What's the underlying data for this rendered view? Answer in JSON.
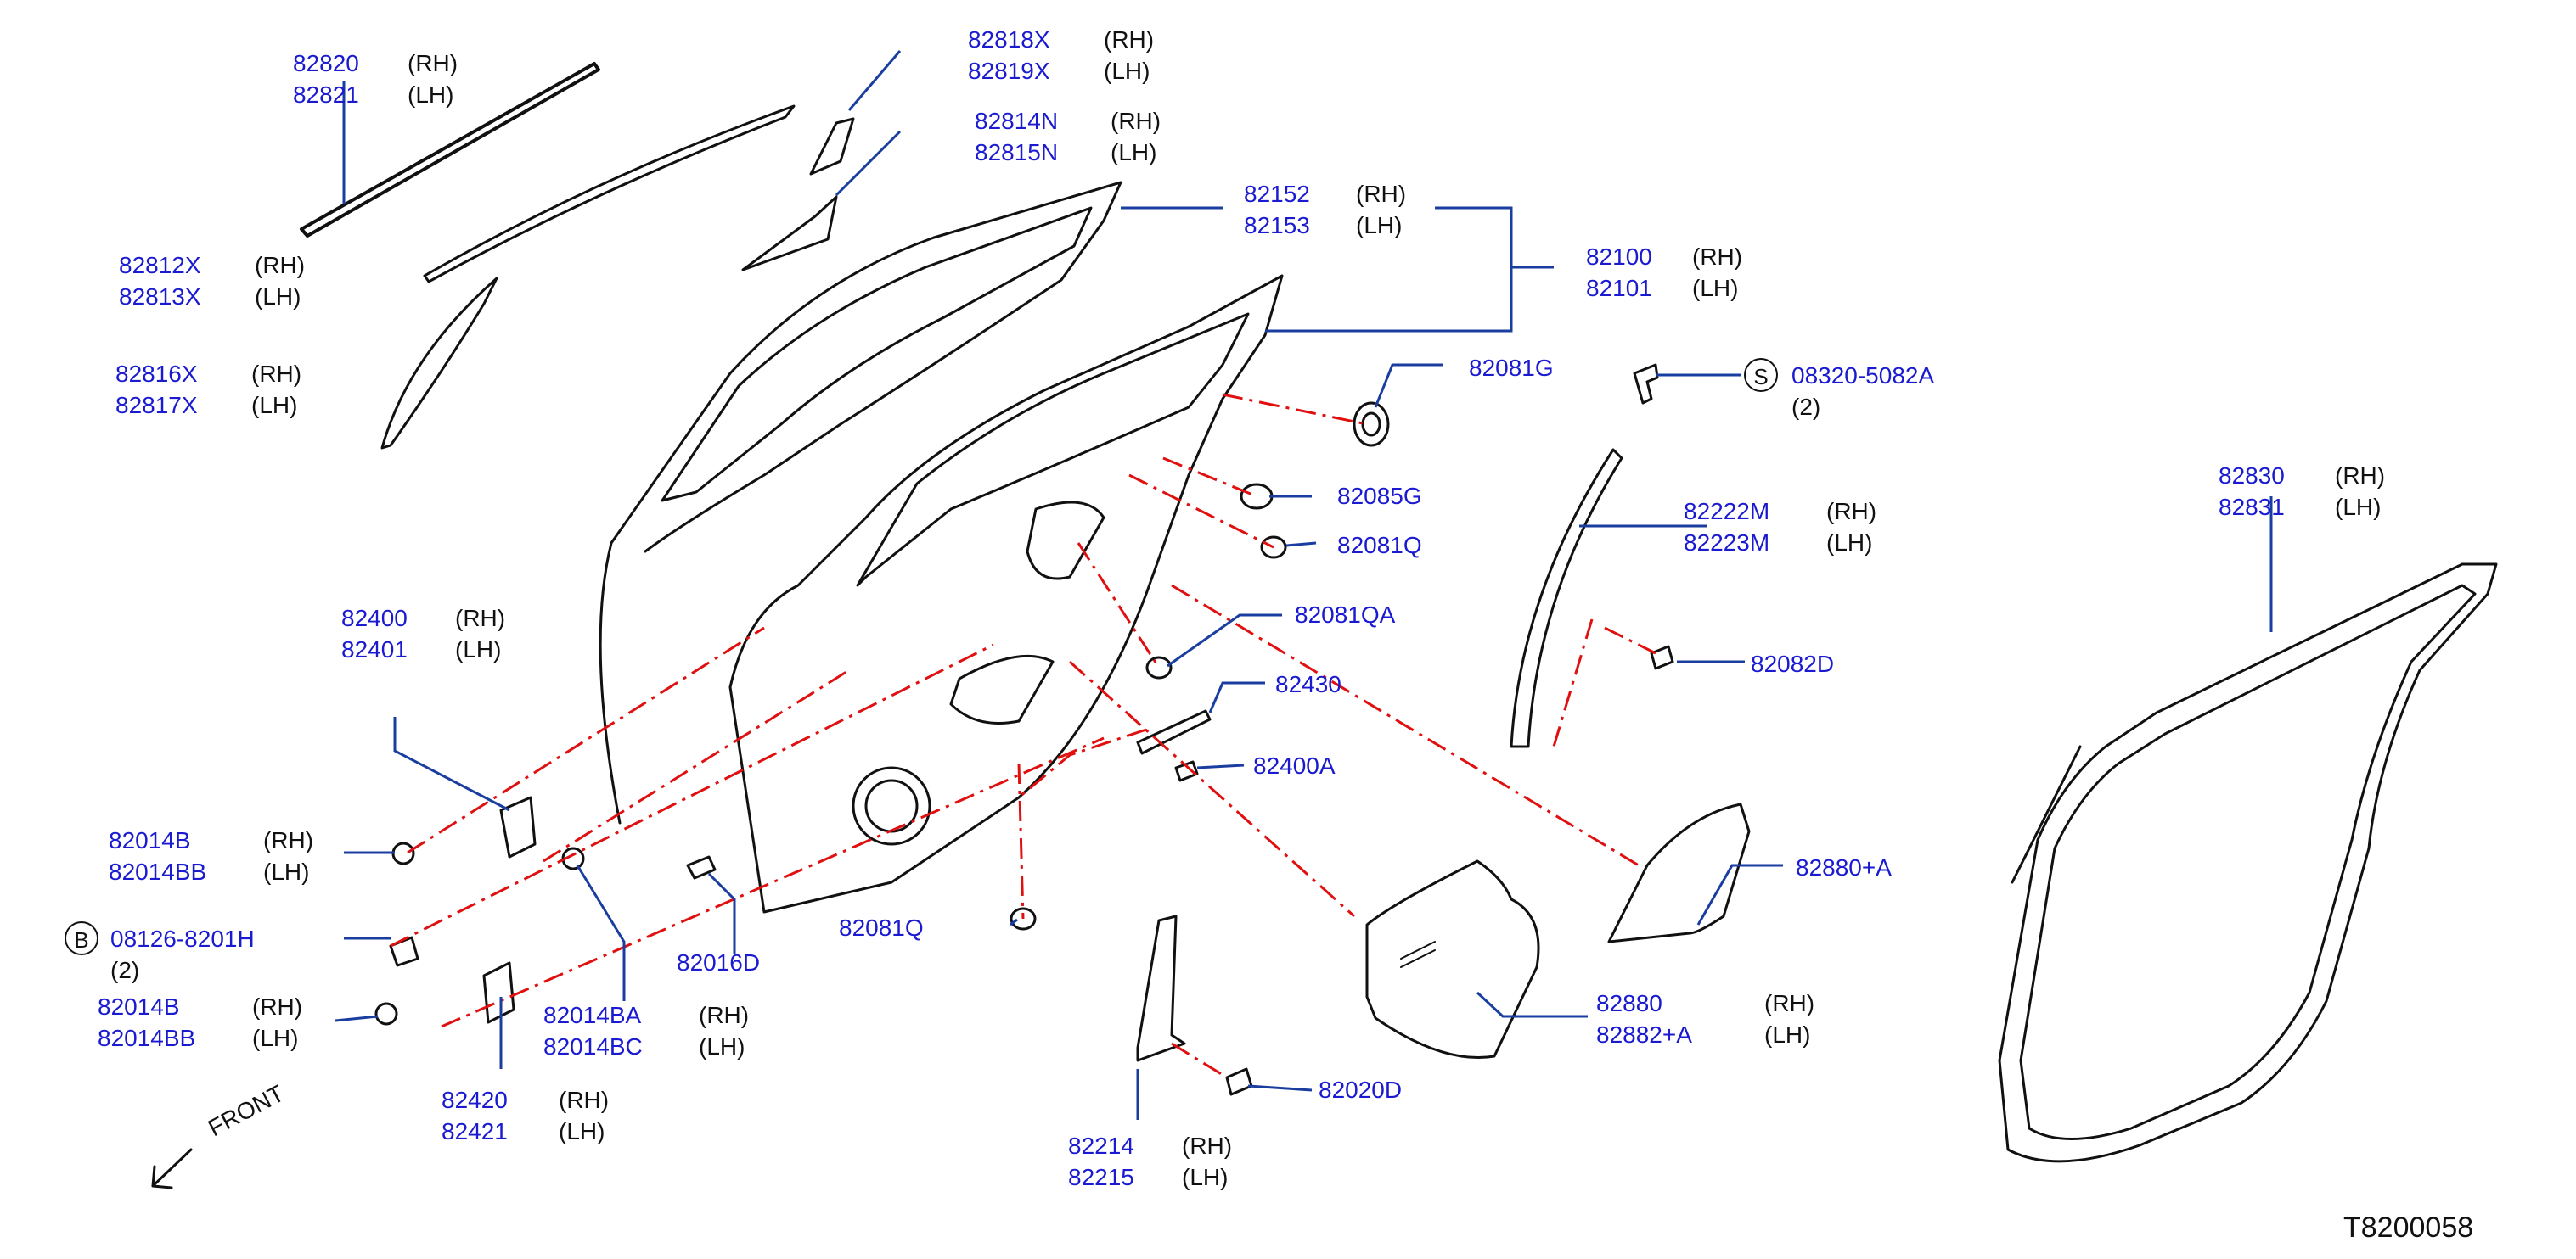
{
  "figure_code": "T8200058",
  "front_label": "FRONT",
  "callouts": [
    {
      "id": "c82820",
      "lines": [
        [
          "82820",
          "(RH)"
        ],
        [
          "82821",
          "(LH)"
        ]
      ]
    },
    {
      "id": "c82818",
      "lines": [
        [
          "82818X",
          "(RH)"
        ],
        [
          "82819X",
          "(LH)"
        ]
      ]
    },
    {
      "id": "c82814",
      "lines": [
        [
          "82814N",
          "(RH)"
        ],
        [
          "82815N",
          "(LH)"
        ]
      ]
    },
    {
      "id": "c82152",
      "lines": [
        [
          "82152",
          "(RH)"
        ],
        [
          "82153",
          "(LH)"
        ]
      ]
    },
    {
      "id": "c82100",
      "lines": [
        [
          "82100",
          "(RH)"
        ],
        [
          "82101",
          "(LH)"
        ]
      ]
    },
    {
      "id": "c82812",
      "lines": [
        [
          "82812X",
          "(RH)"
        ],
        [
          "82813X",
          "(LH)"
        ]
      ]
    },
    {
      "id": "c82816",
      "lines": [
        [
          "82816X",
          "(RH)"
        ],
        [
          "82817X",
          "(LH)"
        ]
      ]
    },
    {
      "id": "c82081G",
      "lines": [
        [
          "82081G",
          ""
        ]
      ]
    },
    {
      "id": "c08320",
      "lines": [
        [
          "08320-5082A",
          ""
        ]
      ],
      "symbol": "S",
      "qty": "(2)"
    },
    {
      "id": "c82085G",
      "lines": [
        [
          "82085G",
          ""
        ]
      ]
    },
    {
      "id": "c82081Q_top",
      "lines": [
        [
          "82081Q",
          ""
        ]
      ]
    },
    {
      "id": "c82222",
      "lines": [
        [
          "82222M",
          "(RH)"
        ],
        [
          "82223M",
          "(LH)"
        ]
      ]
    },
    {
      "id": "c82830",
      "lines": [
        [
          "82830",
          "(RH)"
        ],
        [
          "82831",
          "(LH)"
        ]
      ]
    },
    {
      "id": "c82400",
      "lines": [
        [
          "82400",
          "(RH)"
        ],
        [
          "82401",
          "(LH)"
        ]
      ]
    },
    {
      "id": "c82081QA",
      "lines": [
        [
          "82081QA",
          ""
        ]
      ]
    },
    {
      "id": "c82082D",
      "lines": [
        [
          "82082D",
          ""
        ]
      ]
    },
    {
      "id": "c82430",
      "lines": [
        [
          "82430",
          ""
        ]
      ]
    },
    {
      "id": "c82400A",
      "lines": [
        [
          "82400A",
          ""
        ]
      ]
    },
    {
      "id": "c82014B_top",
      "lines": [
        [
          "82014B",
          "(RH)"
        ],
        [
          "82014BB",
          "(LH)"
        ]
      ]
    },
    {
      "id": "c82880A",
      "lines": [
        [
          "82880+A",
          ""
        ]
      ]
    },
    {
      "id": "c08126",
      "lines": [
        [
          "08126-8201H",
          ""
        ]
      ],
      "symbol": "B",
      "qty": "(2)"
    },
    {
      "id": "c82081Q_bottom",
      "lines": [
        [
          "82081Q",
          ""
        ]
      ]
    },
    {
      "id": "c82016D",
      "lines": [
        [
          "82016D",
          ""
        ]
      ]
    },
    {
      "id": "c82014B_bottom",
      "lines": [
        [
          "82014B",
          "(RH)"
        ],
        [
          "82014BB",
          "(LH)"
        ]
      ]
    },
    {
      "id": "c82014BA",
      "lines": [
        [
          "82014BA",
          "(RH)"
        ],
        [
          "82014BC",
          "(LH)"
        ]
      ]
    },
    {
      "id": "c82880",
      "lines": [
        [
          "82880",
          "(RH)"
        ],
        [
          "82882+A",
          "(LH)"
        ]
      ]
    },
    {
      "id": "c82420",
      "lines": [
        [
          "82420",
          "(RH)"
        ],
        [
          "82421",
          "(LH)"
        ]
      ]
    },
    {
      "id": "c82020D",
      "lines": [
        [
          "82020D",
          ""
        ]
      ]
    },
    {
      "id": "c82214",
      "lines": [
        [
          "82214",
          "(RH)"
        ],
        [
          "82215",
          "(LH)"
        ]
      ]
    }
  ],
  "colors": {
    "part_number": "#1a1ad0",
    "leader": "#1a3ea0",
    "alignment": "#e01010",
    "outline": "#111111"
  }
}
